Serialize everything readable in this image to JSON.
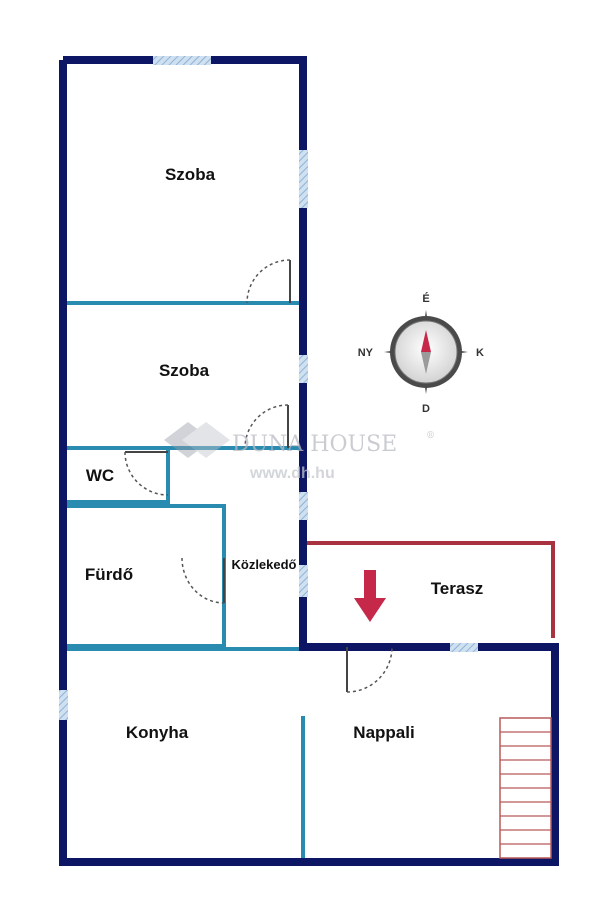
{
  "rooms": {
    "szoba1": "Szoba",
    "szoba2": "Szoba",
    "wc": "WC",
    "furdo": "Fürdő",
    "kozlekedo": "Közlekedő",
    "terasz": "Terasz",
    "konyha": "Konyha",
    "nappali": "Nappali"
  },
  "compass": {
    "north": "É",
    "east": "K",
    "south": "D",
    "west": "NY"
  },
  "watermark": {
    "brand": "DUNA HOUSE",
    "registered": "®",
    "url": "www.dh.hu"
  },
  "colors": {
    "outer_wall": "#0d1565",
    "inner_wall": "#2a8bb0",
    "terrace_outline": "#a8323f",
    "window": "#a9c6e2",
    "door_arc": "#555555",
    "entrance_arrow": "#c6284a",
    "stairs": "#b85a5a"
  }
}
